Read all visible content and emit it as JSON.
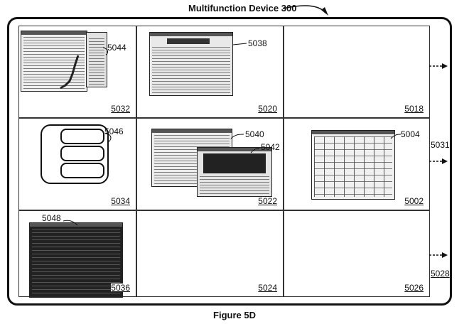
{
  "header": {
    "title": "Multifunction Device 300"
  },
  "figure": {
    "caption": "Figure 5D"
  },
  "cells": {
    "c5032": {
      "ref": "5032",
      "callout": "5044"
    },
    "c5020": {
      "ref": "5020",
      "callout": "5038"
    },
    "c5018": {
      "ref": "5018"
    },
    "c5034": {
      "ref": "5034",
      "callout": "5046"
    },
    "c5022": {
      "ref": "5022",
      "callout_a": "5040",
      "callout_b": "5042"
    },
    "c5002": {
      "ref": "5002",
      "callout": "5004"
    },
    "c5036": {
      "ref": "5036",
      "callout": "5048"
    },
    "c5024": {
      "ref": "5024"
    },
    "c5026": {
      "ref": "5026"
    }
  },
  "side": {
    "label_mid": "5031",
    "label_bottom": "5028"
  },
  "icons": {
    "arrow": "dashed-right-arrow-icon"
  }
}
